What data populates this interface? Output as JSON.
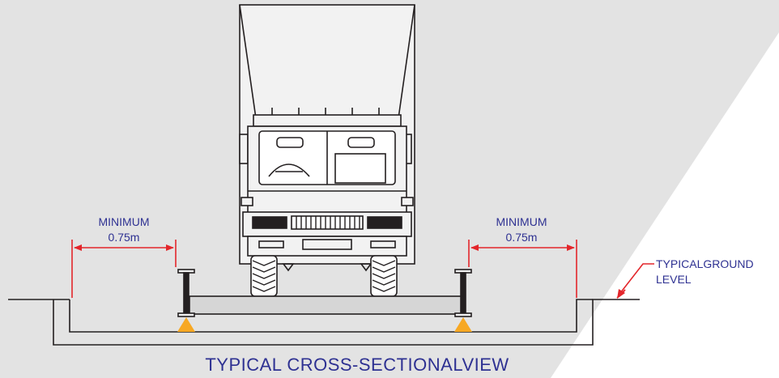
{
  "title": "TYPICAL CROSS-SECTIONALVIEW",
  "dimensions": {
    "left": {
      "line1": "MINIMUM",
      "line2": "0.75m"
    },
    "right": {
      "line1": "MINIMUM",
      "line2": "0.75m"
    }
  },
  "ground_label": {
    "line1": "TYPICALGROUND",
    "line2": "LEVEL"
  },
  "colors": {
    "background_panel": "#e3e3e3",
    "text_blue": "#2e3192",
    "dimension_red": "#e3262b",
    "support_orange": "#f7a823",
    "line": "#231f20"
  },
  "icons": [
    "truck-icon",
    "i-beam-icon",
    "support-wedge-icon",
    "dimension-arrow-icon"
  ]
}
